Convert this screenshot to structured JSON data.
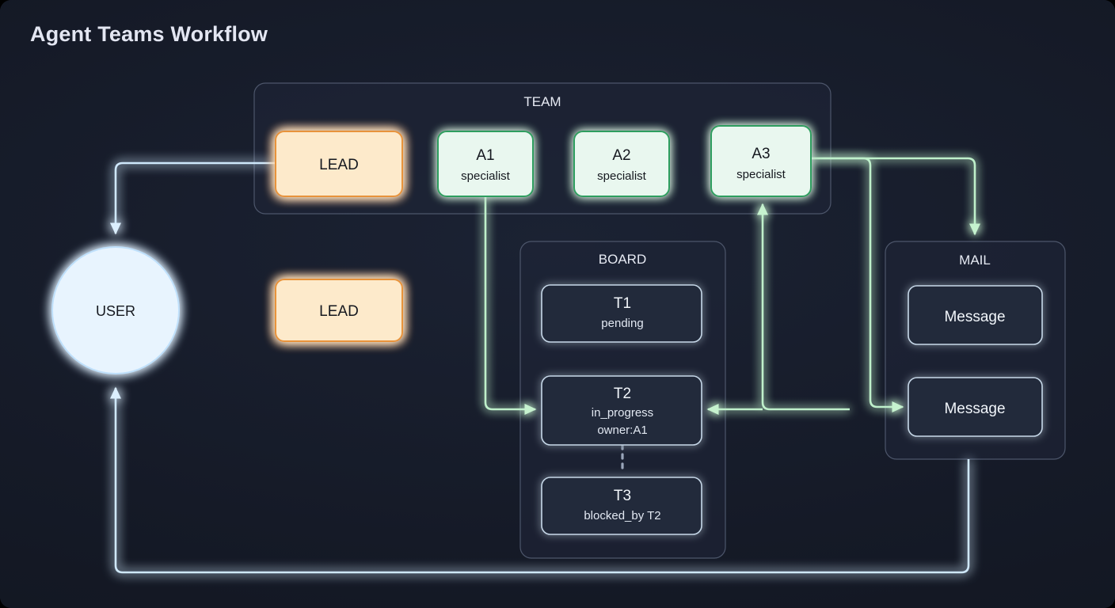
{
  "page": {
    "title": "Agent Teams Workflow",
    "background": "#171d2b"
  },
  "colors": {
    "blue_edge": "#cfe8fb",
    "green_edge": "#b9efc6",
    "orange_edge": "#fbe6c4",
    "lead_fill": "#fdeacb",
    "lead_border": "#e8933a",
    "agent_fill": "#e9f7ef",
    "agent_border": "#2f9e5f",
    "user_fill": "#e8f4fe",
    "user_border": "#cfe8fb",
    "task_fill": "#222b3a",
    "task_border": "#c6d7e8",
    "group_border": "#4a5468",
    "group_fill": "#1d2433",
    "title_color": "#e3e6f2",
    "label_color": "#e9edf5"
  },
  "groups": [
    {
      "id": "team",
      "label": "TEAM"
    },
    {
      "id": "board",
      "label": "BOARD"
    },
    {
      "id": "mail",
      "label": "MAIL"
    }
  ],
  "nodes": {
    "user": {
      "label": "USER"
    },
    "lead_team": {
      "label": "LEAD"
    },
    "lead_main": {
      "label": "LEAD"
    },
    "a1": {
      "label": "A1",
      "sub": "specialist"
    },
    "a2": {
      "label": "A2",
      "sub": "specialist"
    },
    "a3": {
      "label": "A3",
      "sub": "specialist"
    },
    "t1": {
      "label": "T1",
      "lines": [
        "pending"
      ]
    },
    "t2": {
      "label": "T2",
      "lines": [
        "in_progress",
        "owner:A1"
      ]
    },
    "t3": {
      "label": "T3",
      "lines": [
        "blocked_by T2"
      ]
    },
    "msg1": {
      "label": "Message"
    },
    "msg2": {
      "label": "Message"
    }
  },
  "edges": [
    {
      "id": "user-to-lead",
      "from": "user",
      "to": "lead_main",
      "color": "blue"
    },
    {
      "id": "leadteam-to-user",
      "from": "lead_team",
      "to": "user",
      "color": "blue"
    },
    {
      "id": "lead-to-lead",
      "from": "lead_main",
      "to": "lead_team",
      "color": "orange",
      "bidirectional": true
    },
    {
      "id": "lead-to-t1",
      "from": "lead_main",
      "to": "t1",
      "color": "blue"
    },
    {
      "id": "a1-to-t2",
      "from": "a1",
      "to": "t2",
      "color": "green"
    },
    {
      "id": "t2-to-a3",
      "from": "t2",
      "to": "a3",
      "color": "green"
    },
    {
      "id": "a3-to-mail",
      "from": "a3",
      "to": "mail",
      "color": "green"
    },
    {
      "id": "a3-to-msg2",
      "from": "a3",
      "to": "msg2",
      "color": "green"
    },
    {
      "id": "mail-to-user",
      "from": "mail",
      "to": "user",
      "color": "blue"
    },
    {
      "id": "t2-blocks-t3",
      "from": "t2",
      "to": "t3",
      "color": "dashed"
    }
  ]
}
